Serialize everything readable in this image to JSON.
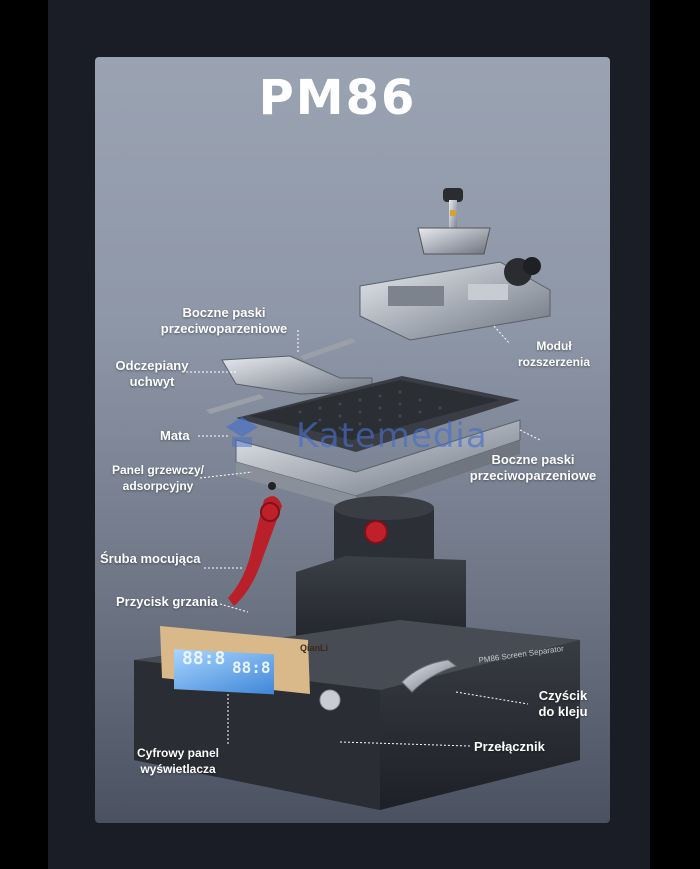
{
  "title": "PM86",
  "watermark": "Katemedia",
  "labels": {
    "boczne_left_1": "Boczne paski",
    "boczne_left_2": "przeciwoparzeniowe",
    "modul_1": "Moduł",
    "modul_2": "rozszerzenia",
    "odczep_1": "Odczepiany",
    "odczep_2": "uchwyt",
    "mata": "Mata",
    "boczne_right_1": "Boczne paski",
    "boczne_right_2": "przeciwoparzeniowe",
    "panel_1": "Panel grzewczy/",
    "panel_2": "adsorpcyjny",
    "sruba": "Śruba mocująca",
    "przycisk": "Przycisk grzania",
    "czyscik_1": "Czyścik",
    "czyscik_2": "do kleju",
    "przelacznik": "Przełącznik",
    "cyfrowy_1": "Cyfrowy panel",
    "cyfrowy_2": "wyświetlacza"
  },
  "device": {
    "brand": "QianLi",
    "lcd_left": "88:8",
    "lcd_right": "88:8",
    "model_text": "PM86  Screen Separator"
  },
  "colors": {
    "accent_red": "#c0202a",
    "lcd_blue": "#6fb4ff",
    "panel_gold": "#d9b98a"
  }
}
